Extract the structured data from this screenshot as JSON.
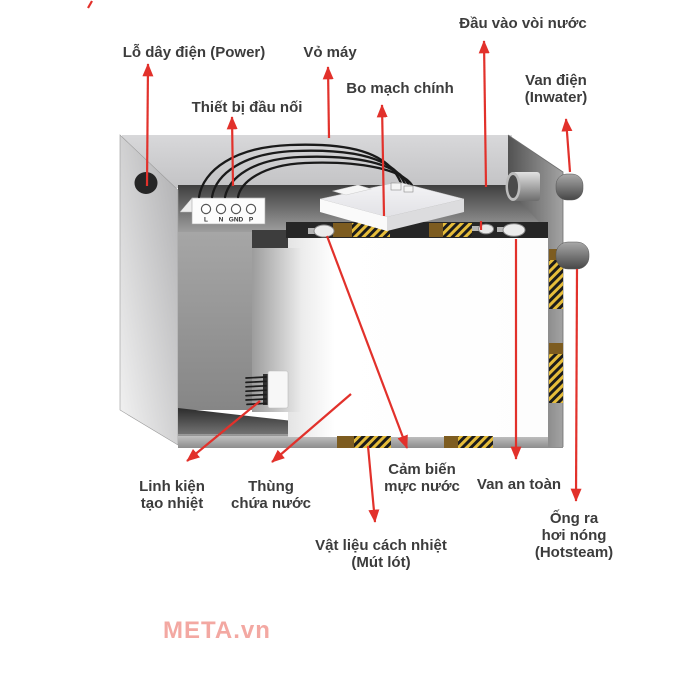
{
  "labels": {
    "power": {
      "text": "Lỗ dây điện (Power)"
    },
    "casing": {
      "text": "Vỏ máy"
    },
    "connector": {
      "text": "Thiết bị đầu nối"
    },
    "mainboard": {
      "text": "Bo mạch chính"
    },
    "water_inlet": {
      "text": "Đầu vào vòi nước"
    },
    "inwater_valve": {
      "l1": "Van điện",
      "l2": "(Inwater)"
    },
    "heater": {
      "l1": "Linh kiện",
      "l2": "tạo nhiệt"
    },
    "tank": {
      "l1": "Thùng",
      "l2": "chứa nước"
    },
    "level_sensor": {
      "l1": "Cảm biến",
      "l2": "mực nước"
    },
    "safety_valve": {
      "text": "Van an toàn"
    },
    "insulation": {
      "l1": "Vật liệu cách nhiệt",
      "l2": "(Mút lót)"
    },
    "hotsteam": {
      "l1": "Ống ra",
      "l2": "hơi nóng",
      "l3": "(Hotsteam)"
    }
  },
  "terminal_block": {
    "pins": [
      "L",
      "N",
      "GND",
      "P"
    ]
  },
  "watermark": {
    "text": "META.vn"
  },
  "colors": {
    "arrow": "#e2312b",
    "hazard_yellow": "#e6bd3a",
    "hazard_brown": "#7d5c20",
    "label_text": "#3c3c3c",
    "watermark": "#f3a8a2"
  }
}
